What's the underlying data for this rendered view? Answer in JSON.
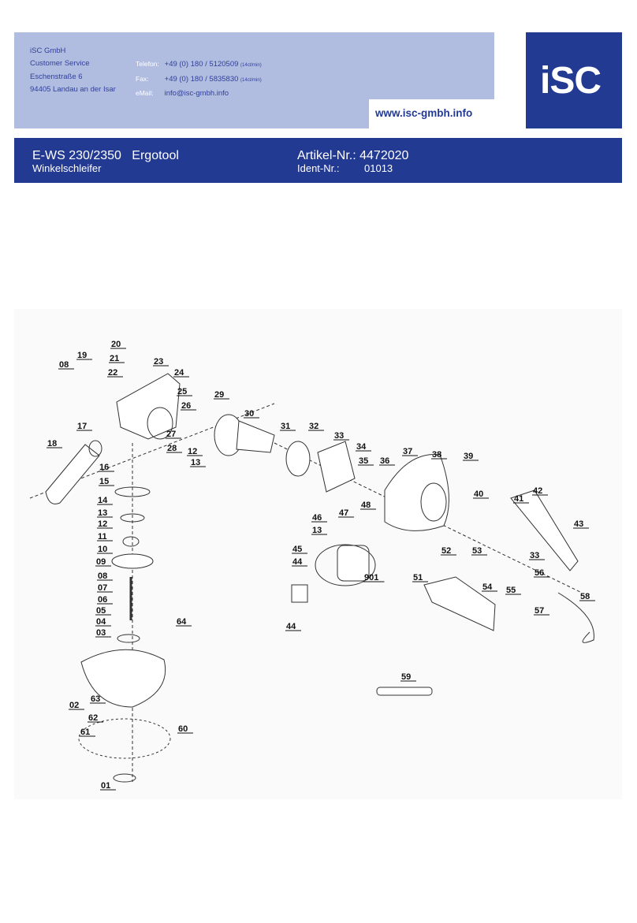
{
  "company": {
    "name": "iSC GmbH",
    "department": "Customer Service",
    "street": "Eschenstraße 6",
    "city": "94405 Landau an der Isar"
  },
  "contact": {
    "phone_label": "Telefon:",
    "phone": "+49 (0) 180 / 5120509",
    "phone_rate": "(14ct/min)",
    "fax_label": "Fax:",
    "fax": "+49 (0) 180 / 5835830",
    "fax_rate": "(14ct/min)",
    "email_label": "eMail:",
    "email": "info@isc-gmbh.info"
  },
  "website": "www.isc-gmbh.info",
  "logo_text": "iSC",
  "product": {
    "model": "E-WS 230/2350",
    "line": "Ergotool",
    "type": "Winkelschleifer",
    "article_label": "Artikel-Nr.:",
    "article_no": "4472020",
    "ident_label": "Ident-Nr.:",
    "ident_no": "01013"
  },
  "colors": {
    "header_bg": "#b1bde0",
    "brand_blue": "#233a93",
    "text_blue": "#2f3f9a"
  },
  "diagram": {
    "part_numbers": [
      "20",
      "19",
      "21",
      "23",
      "08",
      "22",
      "24",
      "25",
      "29",
      "26",
      "30",
      "27",
      "31",
      "32",
      "28",
      "12",
      "13",
      "17",
      "33",
      "18",
      "34",
      "35",
      "36",
      "37",
      "38",
      "39",
      "16",
      "15",
      "14",
      "13",
      "12",
      "11",
      "10",
      "09",
      "08",
      "07",
      "06",
      "05",
      "04",
      "03",
      "64",
      "48",
      "46",
      "47",
      "13",
      "45",
      "44",
      "901",
      "40",
      "41",
      "42",
      "43",
      "52",
      "53",
      "33",
      "56",
      "51",
      "54",
      "55",
      "57",
      "58",
      "44",
      "02",
      "63",
      "62",
      "61",
      "60",
      "59",
      "01"
    ]
  }
}
